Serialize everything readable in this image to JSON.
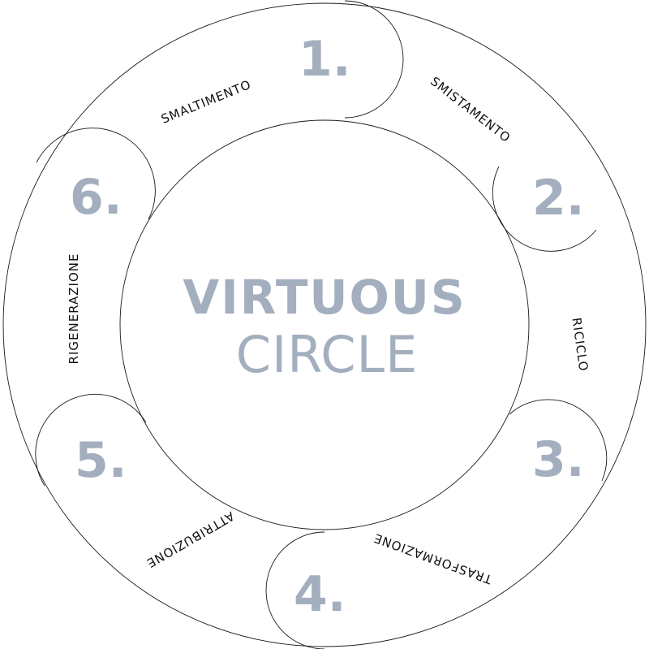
{
  "title": {
    "line1": "VIRTUOUS",
    "line2": "CIRCLE"
  },
  "steps": [
    {
      "number": "1.",
      "label": "SMALTIMENTO"
    },
    {
      "number": "2.",
      "label": "SMISTAMENTO"
    },
    {
      "number": "3.",
      "label": "RICICLO"
    },
    {
      "number": "4.",
      "label": "TRASFORMAZIONE"
    },
    {
      "number": "5.",
      "label": "ATTRIBUZIONE"
    },
    {
      "number": "6.",
      "label": "RIGENERAZIONE"
    }
  ],
  "colors": {
    "accent": "#a3afbf",
    "line": "#1a1a1a",
    "text": "#111111"
  }
}
